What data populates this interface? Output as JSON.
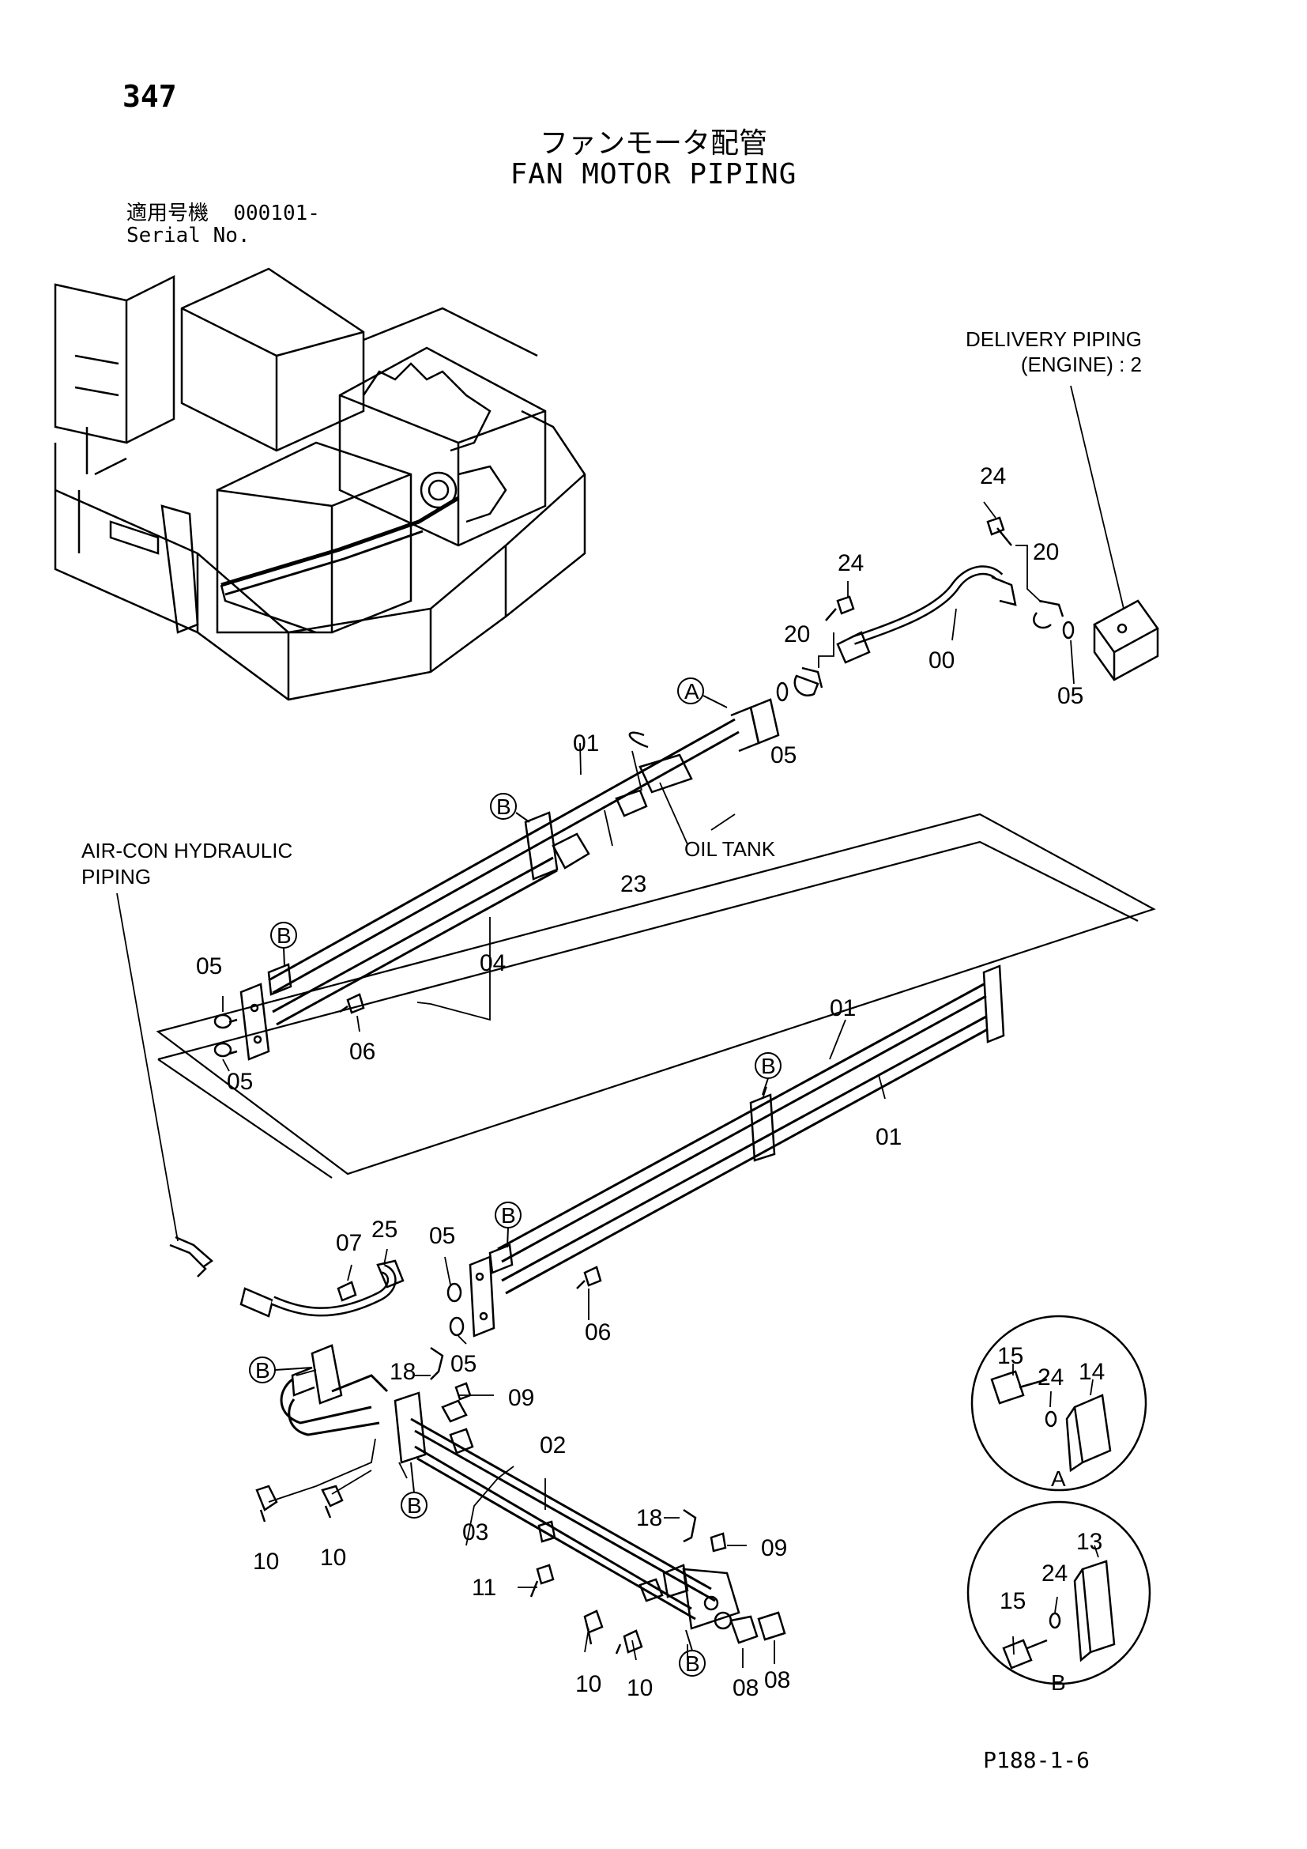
{
  "page_number": "347",
  "title_jp": "ファンモータ配管",
  "title_en": "FAN MOTOR PIPING",
  "serial": {
    "jp_label": "適用号機",
    "value": "000101-",
    "en_label": "Serial No."
  },
  "reference": "P188-1-6",
  "labels": {
    "delivery_line1": "DELIVERY  PIPING",
    "delivery_line2": "(ENGINE) : 2",
    "aircon_line1": "AIR-CON HYDRAULIC",
    "aircon_line2": "PIPING",
    "oil_tank": "OIL TANK"
  },
  "parts": {
    "p00": "00",
    "p01": "01",
    "p02": "02",
    "p03": "03",
    "p04": "04",
    "p05": "05",
    "p06": "06",
    "p07": "07",
    "p08": "08",
    "p09": "09",
    "p10": "10",
    "p11": "11",
    "p13": "13",
    "p14": "14",
    "p15": "15",
    "p18": "18",
    "p20": "20",
    "p23": "23",
    "p24": "24",
    "p25": "25"
  },
  "detail_refs": {
    "a": "A",
    "b": "B"
  }
}
